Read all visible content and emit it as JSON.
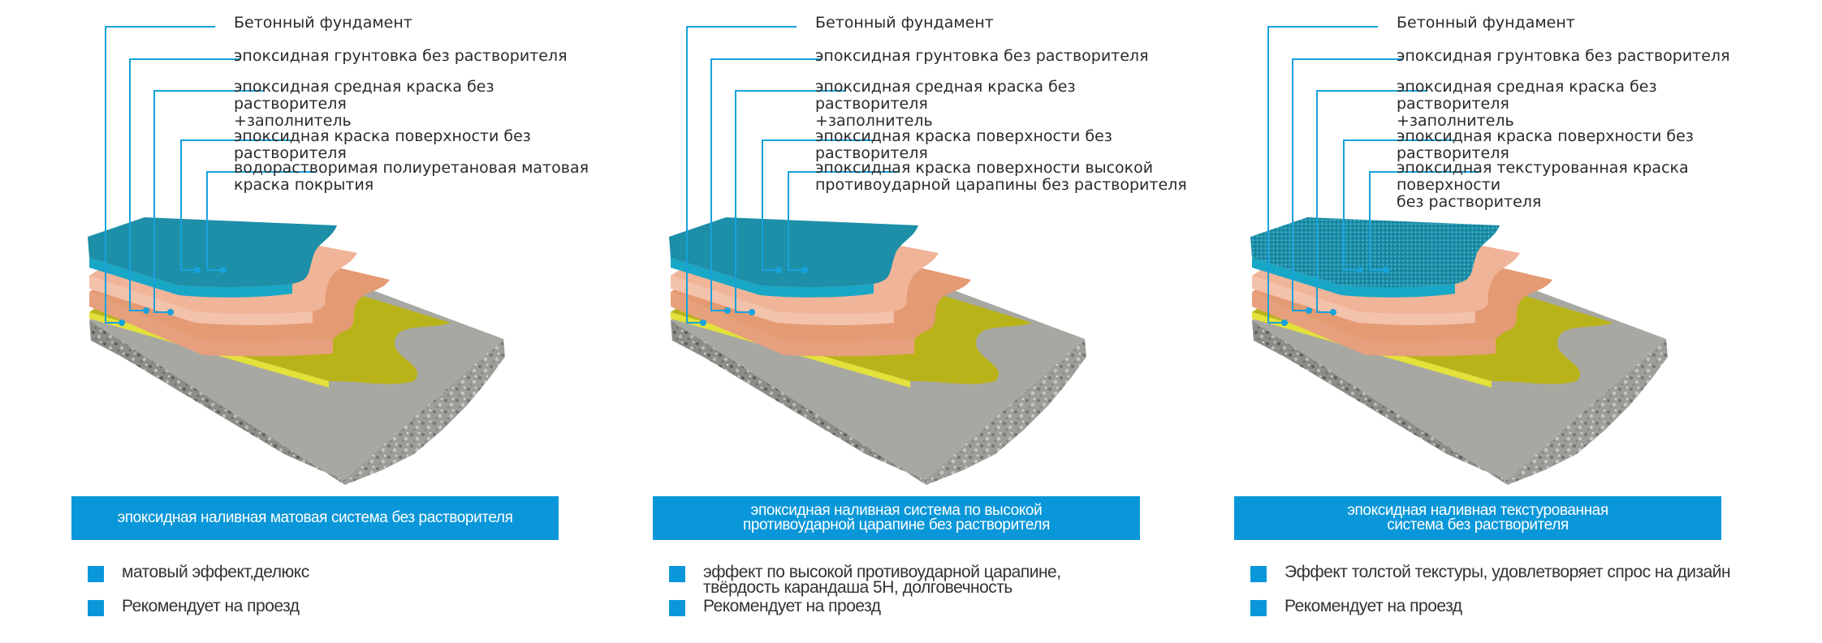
{
  "colors": {
    "leader_line": "#17a2dc",
    "bar_accent": "#0a97d9",
    "concrete": "#8c8c88",
    "primer": "#b9b31a",
    "middle_coat": "#e49a73",
    "surface_coat": "#f0b498",
    "top_coat": "#1d8fa8"
  },
  "panels": [
    {
      "labels": [
        "Бетонный фундамент",
        "эпоксидная грунтовка без растворителя",
        "эпоксидная средная краска без растворителя\n+заполнитель",
        "эпоксидная краска поверхности без растворителя",
        "водорастворимая полиуретановая матовая\nкраска покрытия"
      ],
      "title": "эпоксидная наливная матовая система без растворителя",
      "bullets": [
        "матовый эффект,делюкс",
        "Рекомендует на проезд"
      ]
    },
    {
      "labels": [
        "Бетонный фундамент",
        "эпоксидная грунтовка без растворителя",
        "эпоксидная средная краска без растворителя\n+заполнитель",
        "эпоксидная краска поверхности без растворителя",
        "эпоксидная краска поверхности высокой\nпротивоударной царапины  без растворителя"
      ],
      "title": "эпоксидная наливная система по высокой\nпротивоударной царапине без растворителя",
      "bullets": [
        "эффект по высокой противоударной царапине,\nтвёрдость карандаша 5H, долговечность",
        "Рекомендует на проезд"
      ]
    },
    {
      "labels": [
        "Бетонный фундамент",
        "эпоксидная грунтовка без растворителя",
        "эпоксидная средная краска без растворителя\n+заполнитель",
        "эпоксидная краска поверхности без растворителя",
        "эпоксидная текстурованная краска поверхности\nбез растворителя"
      ],
      "title": "эпоксидная наливная текстурованная\nсистема без растворителя",
      "bullets": [
        "Эффект толстой текстуры, удовлетворяет спрос на дизайн",
        "Рекомендует на проезд"
      ]
    }
  ]
}
